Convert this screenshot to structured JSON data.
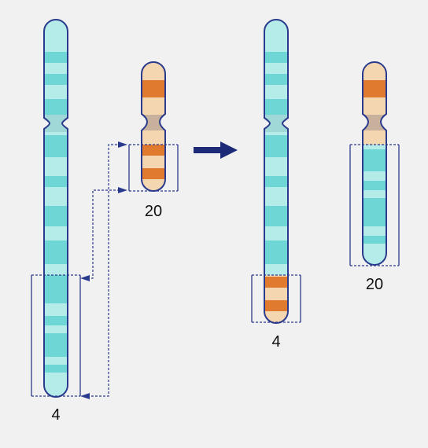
{
  "labels": {
    "chr4_before": "4",
    "chr20_before": "20",
    "chr4_after": "4",
    "chr20_after": "20"
  },
  "colors": {
    "background": "#f1f1f1",
    "chr4_light": "#b5ecea",
    "chr4_band": "#6ed6d4",
    "chr20_light": "#f4d6b0",
    "chr20_band": "#e07a2e",
    "centromere": "#c7b09c",
    "outline": "#2a3a8c",
    "arrow": "#1c2a78"
  },
  "icons": {
    "translocation_arrow": "right-arrow-icon"
  }
}
